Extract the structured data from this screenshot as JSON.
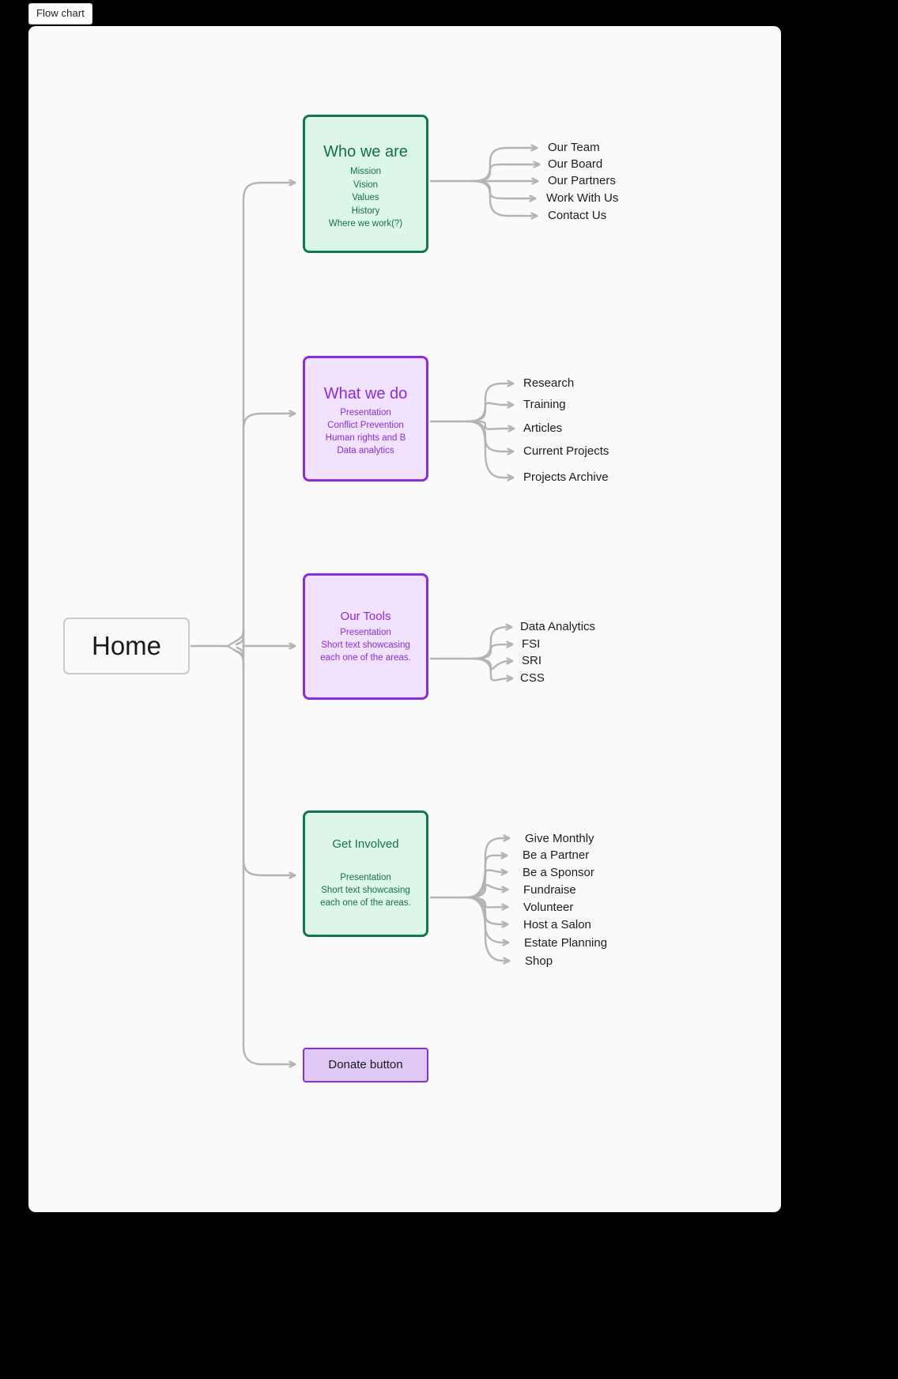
{
  "tab": {
    "label": "Flow chart"
  },
  "diagram": {
    "root": {
      "label": "Home"
    },
    "branches": [
      {
        "id": "who-we-are",
        "title": "Who we are",
        "lines": [
          "Mission",
          "Vision",
          "Values",
          "History",
          "Where we work(?)"
        ],
        "accent": "#0f7a4f",
        "fill": "#dcf7e8",
        "leaves": [
          "Our Team",
          "Our Board",
          "Our Partners",
          "Work With Us",
          "Contact Us"
        ]
      },
      {
        "id": "what-we-do",
        "title": "What we do",
        "lines": [
          "Presentation",
          "Conflict Prevention",
          "Human rights and B",
          "Data analytics"
        ],
        "accent": "#8b2be2",
        "fill": "#f1e2ff",
        "leaves": [
          "Research",
          "Training",
          "Articles",
          "Current Projects",
          "Projects Archive"
        ]
      },
      {
        "id": "our-tools",
        "title": "Our Tools",
        "lines": [
          "Presentation",
          "Short text showcasing",
          "each one of the areas."
        ],
        "accent": "#8b2be2",
        "fill": "#f1e2ff",
        "leaves": [
          "Data Analytics",
          "FSI",
          "SRI",
          "CSS"
        ]
      },
      {
        "id": "get-involved",
        "title": "Get Involved",
        "lines": [
          "Presentation",
          "Short text showcasing",
          "each one of the areas."
        ],
        "accent": "#0f7a4f",
        "fill": "#dcf7e8",
        "leaves": [
          "Give Monthly",
          "Be a Partner",
          "Be a Sponsor",
          "Fundraise",
          "Volunteer",
          "Host a Salon",
          "Estate Planning",
          "Shop"
        ]
      },
      {
        "id": "donate-button",
        "title": "Donate button",
        "lines": [],
        "accent": "#8b2be2",
        "fill": "#e0c8f5",
        "leaves": []
      }
    ]
  },
  "colors": {
    "canvas_background": "#fafafa",
    "page_background": "#000000",
    "edge": "#b4b4b4",
    "green_accent": "#0f7a4f",
    "green_fill": "#dcf7e8",
    "purple_accent": "#8b2be2",
    "purple_fill": "#f1e2ff",
    "donate_fill": "#e0c8f5",
    "text": "#1c1c1c"
  }
}
